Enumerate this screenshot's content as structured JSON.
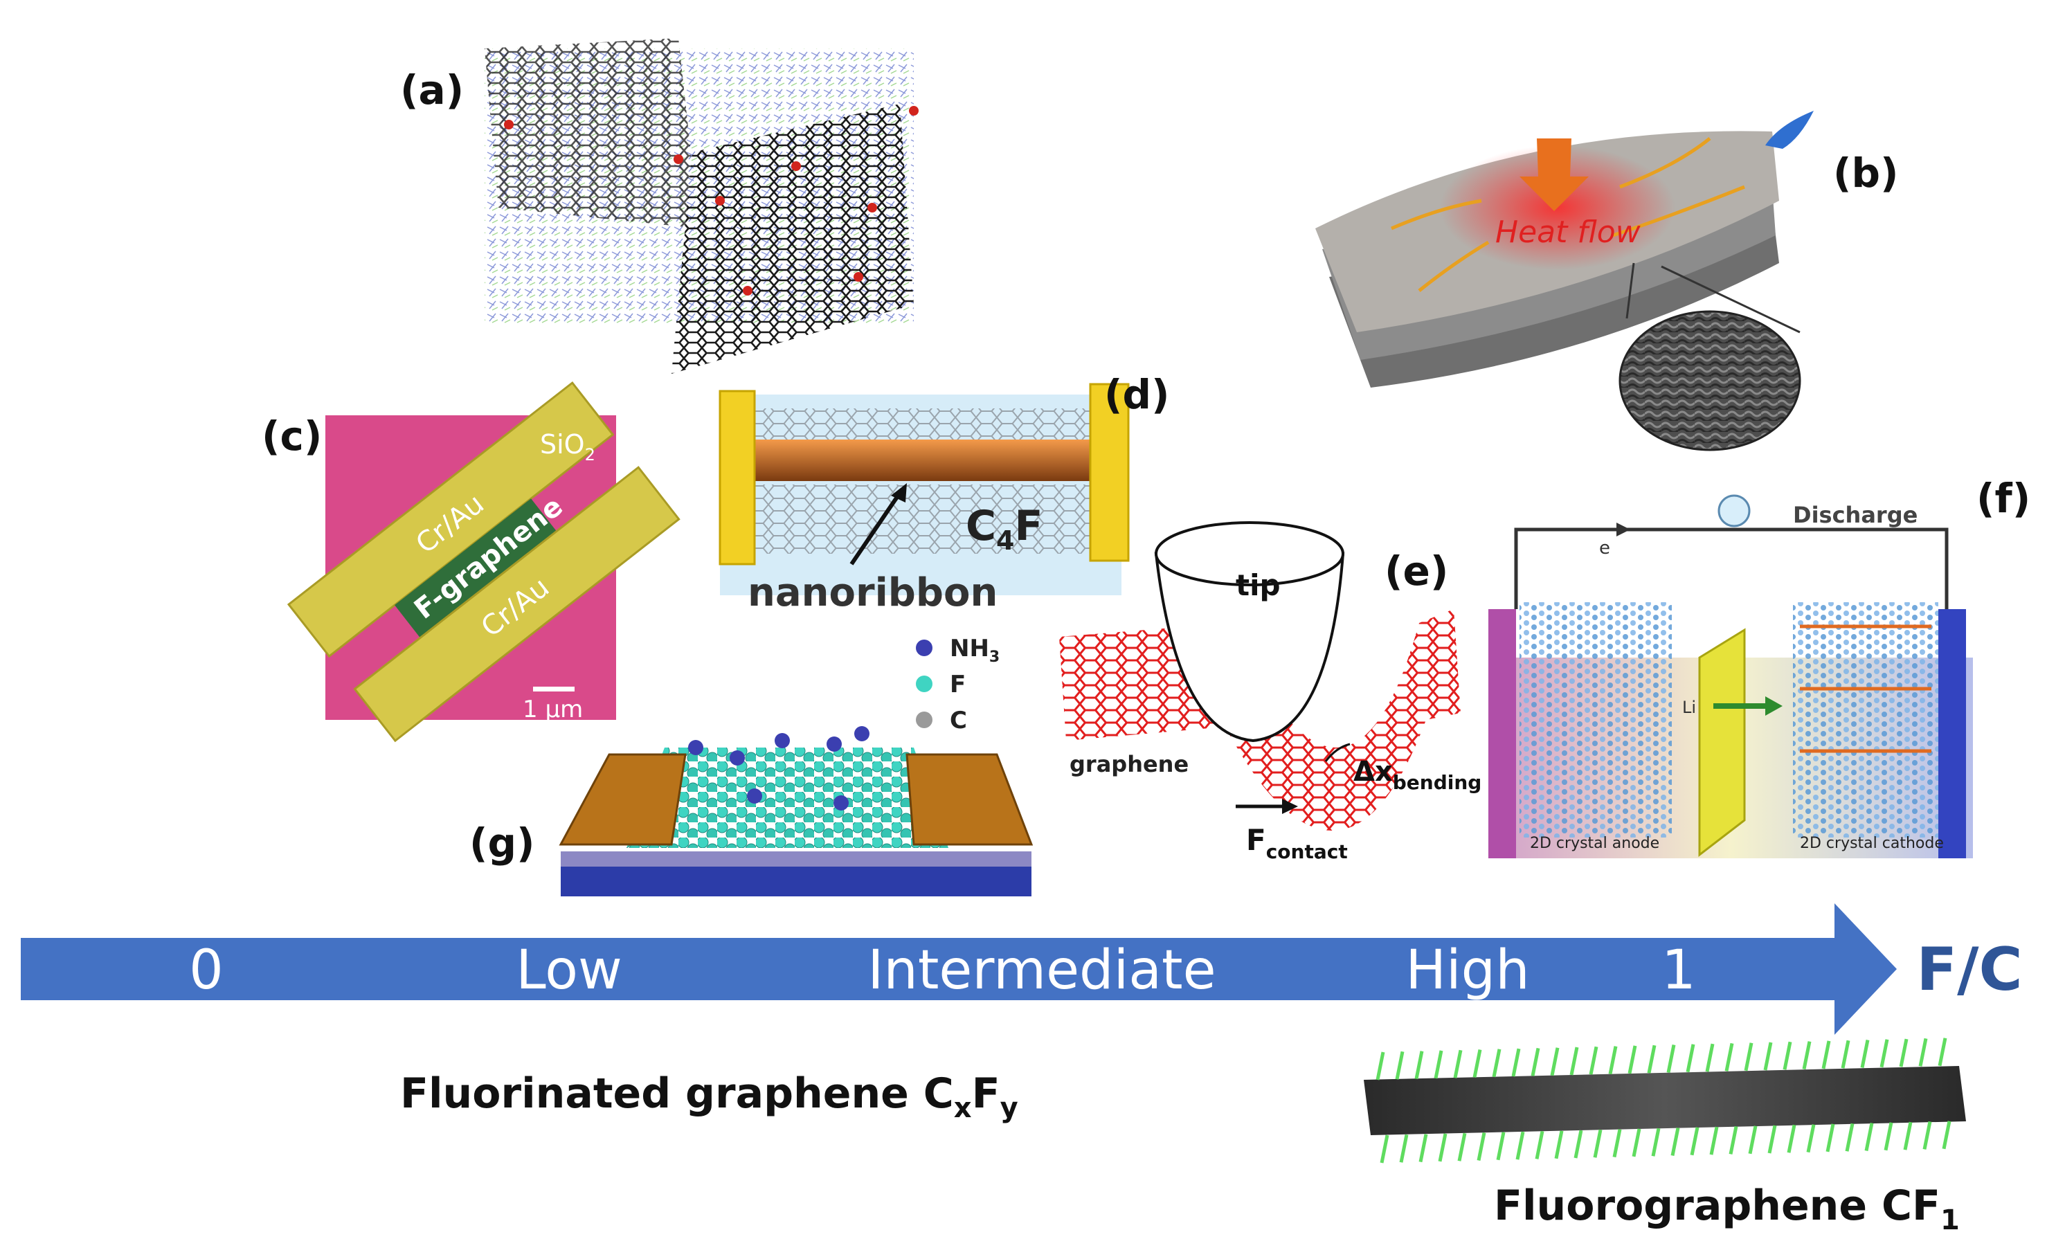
{
  "panels": {
    "a": {
      "label": "(a)"
    },
    "b": {
      "label": "(b)",
      "heat_flow": "Heat flow"
    },
    "c": {
      "label": "(c)",
      "substrate": "SiO",
      "substrate_sub": "2",
      "electrode_top": "Cr/Au",
      "electrode_bottom": "Cr/Au",
      "channel": "F-graphene",
      "scale": "1 μm"
    },
    "d": {
      "label": "(d)",
      "formula_main": "C",
      "formula_sub": "4",
      "formula_end": "F",
      "name": "nanoribbon"
    },
    "e": {
      "label": "(e)",
      "tip": "tip",
      "sheet": "graphene",
      "bend_main": "Δx",
      "bend_sub": "bending",
      "force_main": "F",
      "force_sub": "contact"
    },
    "f": {
      "label": "(f)",
      "discharge": "Discharge",
      "electron": "e",
      "ion": "Li",
      "anode": "2D crystal anode",
      "cathode": "2D crystal cathode"
    },
    "g": {
      "label": "(g)",
      "legend": [
        {
          "main": "NH",
          "sub": "3",
          "color": "#3b3fb0"
        },
        {
          "main": "F",
          "sub": "",
          "color": "#3fd4c2"
        },
        {
          "main": "C",
          "sub": "",
          "color": "#9a9a9a"
        }
      ]
    }
  },
  "axis": {
    "ticks": [
      "0",
      "Low",
      "Intermediate",
      "High",
      "1"
    ],
    "unit": "F/C",
    "arrow_color": "#4472c4",
    "unit_color": "#2f5597"
  },
  "captions": {
    "left_main": "Fluorinated graphene C",
    "left_sub1": "x",
    "left_mid": "F",
    "left_sub2": "y",
    "right_main": "Fluorographene CF",
    "right_sub": "1"
  }
}
